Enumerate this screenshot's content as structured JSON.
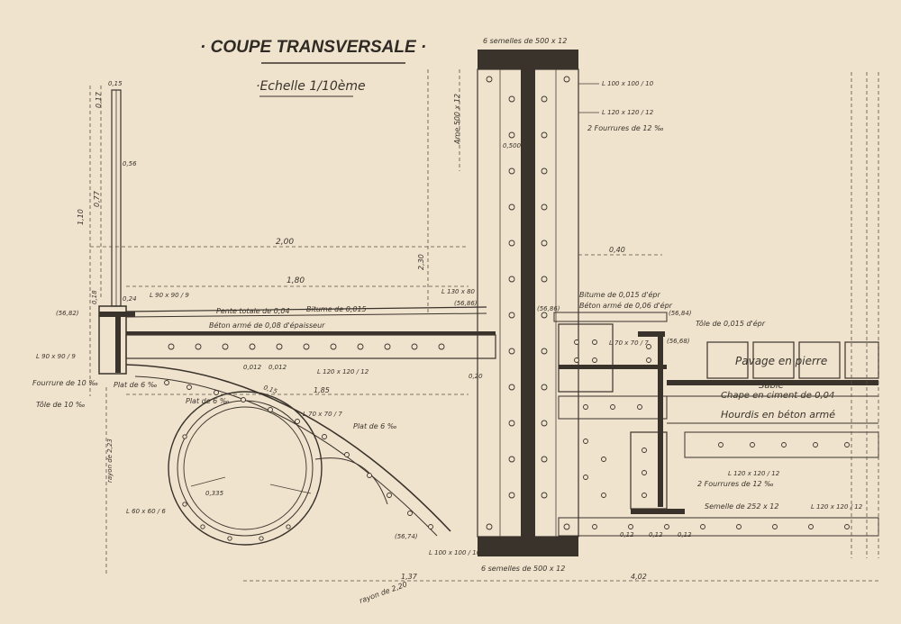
{
  "title": "· COUPE TRANSVERSALE ·",
  "scale": "·Echelle 1/10ème",
  "labels": {
    "semelles_top": "6 semelles de 500 x 12",
    "semelles_bottom": "6 semelles de 500 x 12",
    "angle_100": "L 100 x 100 / 10",
    "angle_120_top": "L 120 x 120 / 12",
    "fourrures_top": "2 Fourrures de 12 ‰",
    "ame": "Ame 500 x 12",
    "bitume_right": "Bitume de 0,015 d'épr",
    "beton_right": "Béton armé de 0,06 d'épr",
    "tole_right": "Tôle de 0,015 d'épr",
    "pavage": "Pavage en pierre",
    "sable": "Sable",
    "chape": "Chape en ciment de 0,04",
    "hourdis": "Hourdis en béton armé",
    "pente": "Pente totale de 0,04",
    "bitume_left": "Bitume de 0,015",
    "beton_left": "Béton armé de 0,08 d'épaisseur",
    "angle_90": "L 90 x 90 / 9",
    "angle_130": "L 130 x 80",
    "angle_120_mid": "L 120 x 120 / 12",
    "angle_70": "L 70 x 70 / 7",
    "fourrure_left": "Fourrure de 10 ‰",
    "tole_left": "Tôle de 10 ‰",
    "plat_62": "Plat de 6 ‰",
    "plat_6_a": "Plat de 6 ‰",
    "plat_6_b": "Plat de 6 ‰",
    "angle_60": "L 60 x 60 / 6",
    "angle_120_bottom": "L 120 x 120 / 12",
    "fourrures_bottom": "2 Fourrures de 12 ‰",
    "semelle_252": "Semelle de 252 x 12",
    "angle_120_br": "L 120 x 120 / 12",
    "angle_100_b": "L 100 x 100 / 10",
    "rayon_220": "rayon de 2,20",
    "rayon_223": "rayon de 2,23",
    "level_5682": "(56,82)",
    "level_5686": "(56,86)",
    "level_5668": "(56,68)",
    "level_5684": "(56,84)",
    "level_5674": "(56,74)",
    "level_5686b": "(56,86)"
  },
  "dimensions": {
    "d200": "2,00",
    "d180": "1,80",
    "d230": "2,30",
    "d040": "0,40",
    "d185": "1,85",
    "d137": "1,37",
    "d402": "4,02",
    "d110": "1,10",
    "d077": "0,77",
    "d017": "0,17",
    "d015": "0,15",
    "d018": "0,18",
    "d024": "0,24",
    "d056": "0,56",
    "d012a": "0,012",
    "d012b": "0,012",
    "d500": "0,500",
    "d020": "0,20",
    "d015b": "0,15",
    "d0335": "0,335",
    "d012c": "0,12",
    "d012d": "0,12",
    "d012e": "0,12"
  }
}
